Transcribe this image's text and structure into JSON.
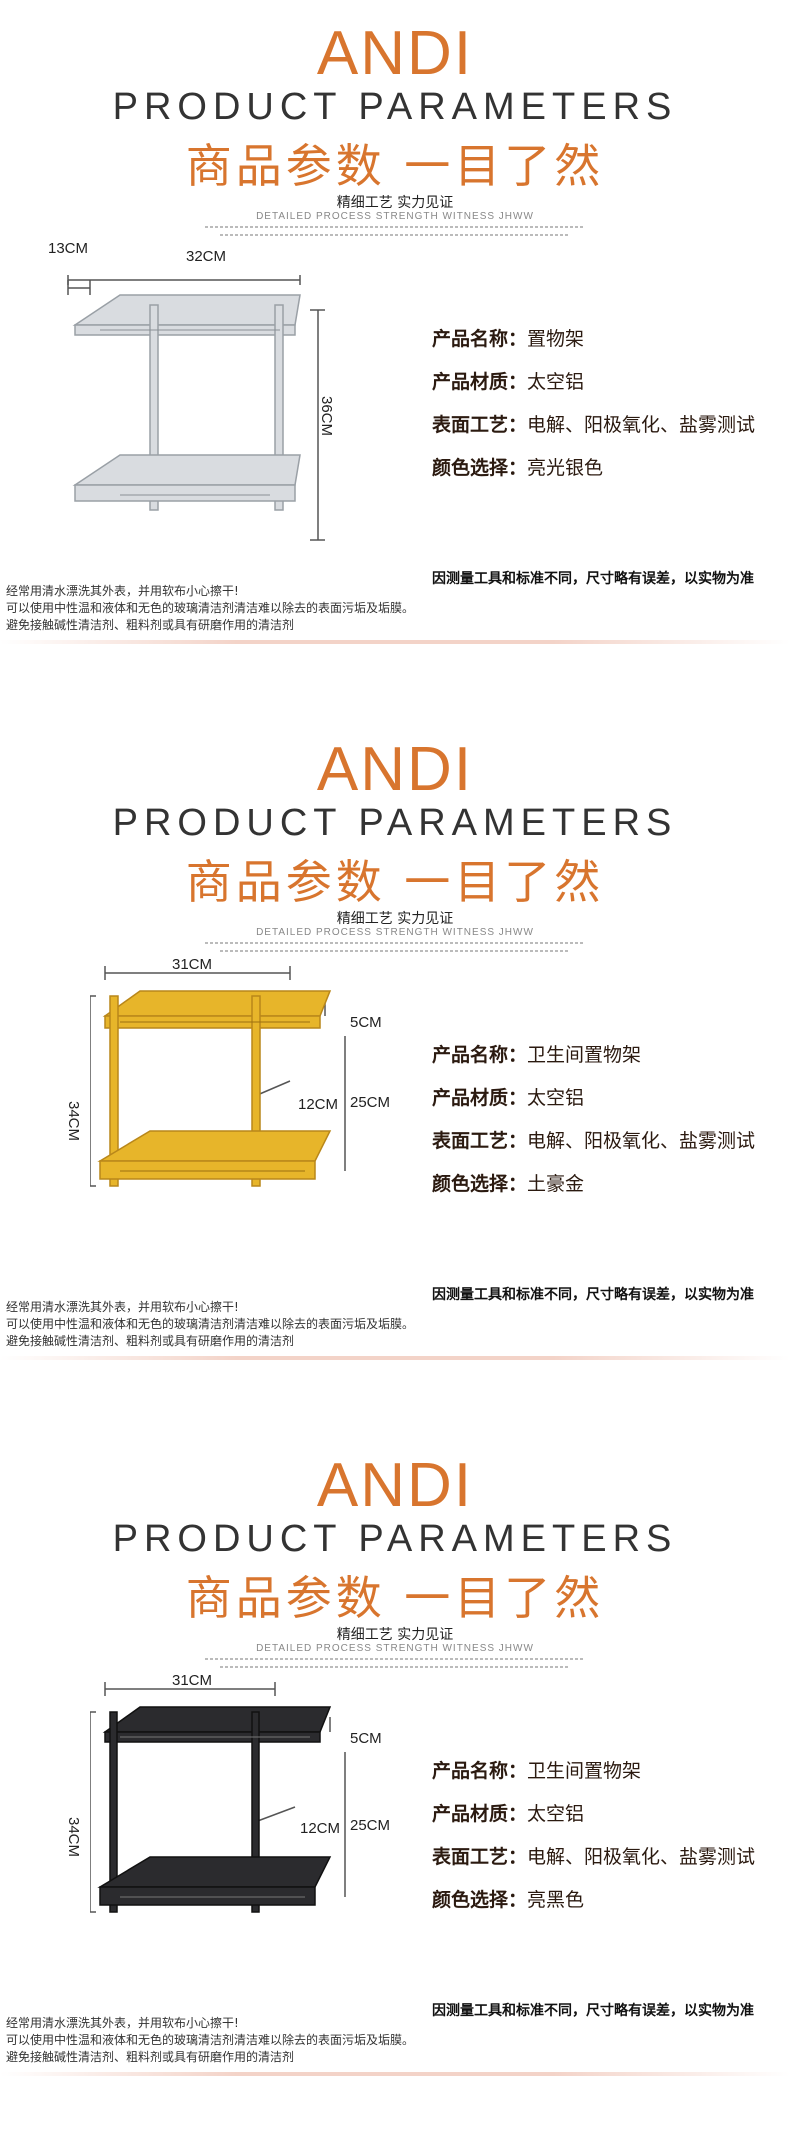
{
  "sections": [
    {
      "brand": "ANDI",
      "subtitle_en": "PRODUCT PARAMETERS",
      "subtitle_cn": "商品参数 一目了然",
      "tagline": "精细工艺 实力见证",
      "tagline_en": "DETAILED PROCESS STRENGTH WITNESS JHWW",
      "dims": {
        "depth": "13CM",
        "width": "32CM",
        "height": "36CM"
      },
      "specs": [
        {
          "label": "产品名称：",
          "value": "置物架"
        },
        {
          "label": "产品材质：",
          "value": "太空铝"
        },
        {
          "label": "表面工艺：",
          "value": "电解、阳极氧化、盐雾测试"
        },
        {
          "label": "颜色选择：",
          "value": "亮光银色"
        }
      ],
      "disclaimer": "因测量工具和标准不同，尺寸略有误差，以实物为准",
      "care": [
        "经常用清水漂洗其外表，并用软布小心擦干!",
        "可以使用中性温和液体和无色的玻璃清洁剂清洁难以除去的表面污垢及垢膜。",
        "避免接触碱性清洁剂、粗料剂或具有研磨作用的清洁剂"
      ],
      "finish_color": "#d9dce0"
    },
    {
      "brand": "ANDI",
      "subtitle_en": "PRODUCT PARAMETERS",
      "subtitle_cn": "商品参数 一目了然",
      "tagline": "精细工艺 实力见证",
      "tagline_en": "DETAILED PROCESS STRENGTH WITNESS JHWW",
      "dims": {
        "width": "31CM",
        "shelf": "5CM",
        "height": "34CM",
        "depth": "12CM",
        "gap": "25CM"
      },
      "specs": [
        {
          "label": "产品名称：",
          "value": "卫生间置物架"
        },
        {
          "label": "产品材质：",
          "value": "太空铝"
        },
        {
          "label": "表面工艺：",
          "value": "电解、阳极氧化、盐雾测试"
        },
        {
          "label": "颜色选择：",
          "value": "土豪金"
        }
      ],
      "disclaimer": "因测量工具和标准不同，尺寸略有误差，以实物为准",
      "care": [
        "经常用清水漂洗其外表，并用软布小心擦干!",
        "可以使用中性温和液体和无色的玻璃清洁剂清洁难以除去的表面污垢及垢膜。",
        "避免接触碱性清洁剂、粗料剂或具有研磨作用的清洁剂"
      ],
      "finish_color": "#e7b52a"
    },
    {
      "brand": "ANDI",
      "subtitle_en": "PRODUCT PARAMETERS",
      "subtitle_cn": "商品参数 一目了然",
      "tagline": "精细工艺 实力见证",
      "tagline_en": "DETAILED PROCESS STRENGTH WITNESS JHWW",
      "dims": {
        "width": "31CM",
        "shelf": "5CM",
        "height": "34CM",
        "depth": "12CM",
        "gap": "25CM"
      },
      "specs": [
        {
          "label": "产品名称：",
          "value": "卫生间置物架"
        },
        {
          "label": "产品材质：",
          "value": "太空铝"
        },
        {
          "label": "表面工艺：",
          "value": "电解、阳极氧化、盐雾测试"
        },
        {
          "label": "颜色选择：",
          "value": "亮黑色"
        }
      ],
      "disclaimer": "因测量工具和标准不同，尺寸略有误差，以实物为准",
      "care": [
        "经常用清水漂洗其外表，并用软布小心擦干!",
        "可以使用中性温和液体和无色的玻璃清洁剂清洁难以除去的表面污垢及垢膜。",
        "避免接触碱性清洁剂、粗料剂或具有研磨作用的清洁剂"
      ],
      "finish_color": "#2b2b2e"
    }
  ],
  "accent_color": "#d8752e"
}
